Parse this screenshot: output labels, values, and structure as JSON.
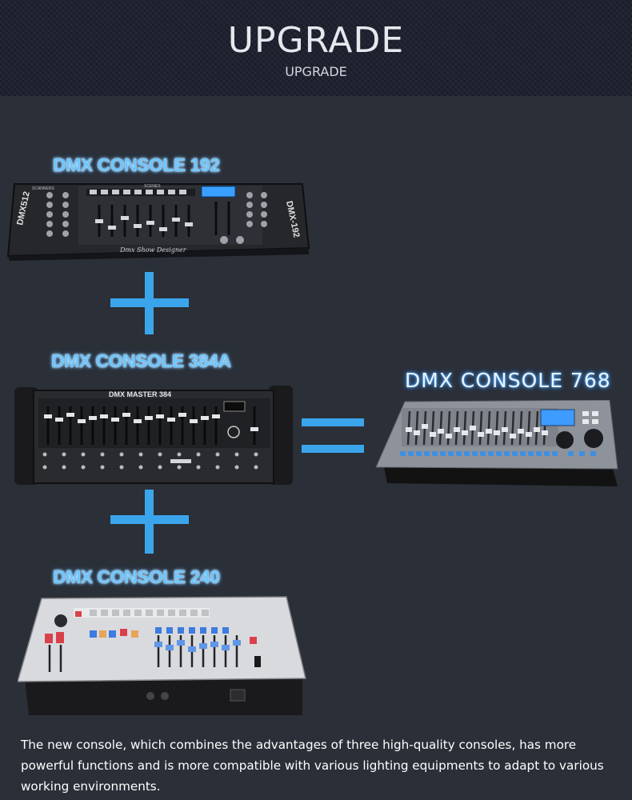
{
  "header": {
    "title": "UPGRADE",
    "subtitle": "UPGRADE"
  },
  "consoles": {
    "c192": {
      "label": "DMX CONSOLE 192",
      "panel_text_left": "DMX512",
      "panel_text_right": "DMX-192",
      "panel_text_top_left": "SCANNERS",
      "panel_text_top_mid": "SCENES",
      "panel_text_bottom": "Dmx Show Designer"
    },
    "c384": {
      "label": "DMX CONSOLE 384A",
      "panel_text_top": "DMX MASTER 384"
    },
    "c240": {
      "label": "DMX CONSOLE 240"
    },
    "c768": {
      "label": "DMX CONSOLE 768"
    }
  },
  "description": "The new console, which combines the advantages of three high-quality consoles, has more powerful functions and is more compatible with various lighting equipments to adapt to various working environments.",
  "colors": {
    "background": "#2b2f38",
    "header_background": "#1e2230",
    "accent_blue": "#3ba5ec",
    "label_blue": "#6cc6ff"
  }
}
